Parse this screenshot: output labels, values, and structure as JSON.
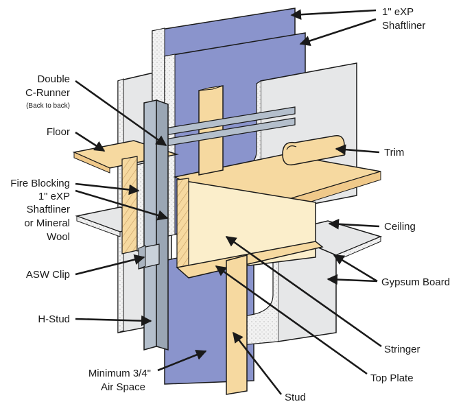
{
  "labels": {
    "shaftliner_top_1": "1\" eXP",
    "shaftliner_top_2": "Shaftliner",
    "c_runner_1": "Double",
    "c_runner_2": "C-Runner",
    "c_runner_3": "(Back to back)",
    "floor": "Floor",
    "trim": "Trim",
    "fire_blocking_1": "Fire Blocking",
    "fire_blocking_2": "1\" eXP",
    "fire_blocking_3": "Shaftliner",
    "fire_blocking_4": "or Mineral",
    "fire_blocking_5": "Wool",
    "ceiling": "Ceiling",
    "asw_clip": "ASW Clip",
    "gypsum_board": "Gypsum Board",
    "h_stud": "H-Stud",
    "stringer": "Stringer",
    "air_space_1": "Minimum 3/4\"",
    "air_space_2": "Air Space",
    "top_plate": "Top Plate",
    "stud": "Stud"
  },
  "colors": {
    "shaftliner": "#8a94cc",
    "gypsum": "#e6e7e8",
    "wood": "#f6d9a0",
    "stringer": "#fbeecb",
    "steel": "#b4bfcc",
    "outline": "#1a1a1a"
  }
}
